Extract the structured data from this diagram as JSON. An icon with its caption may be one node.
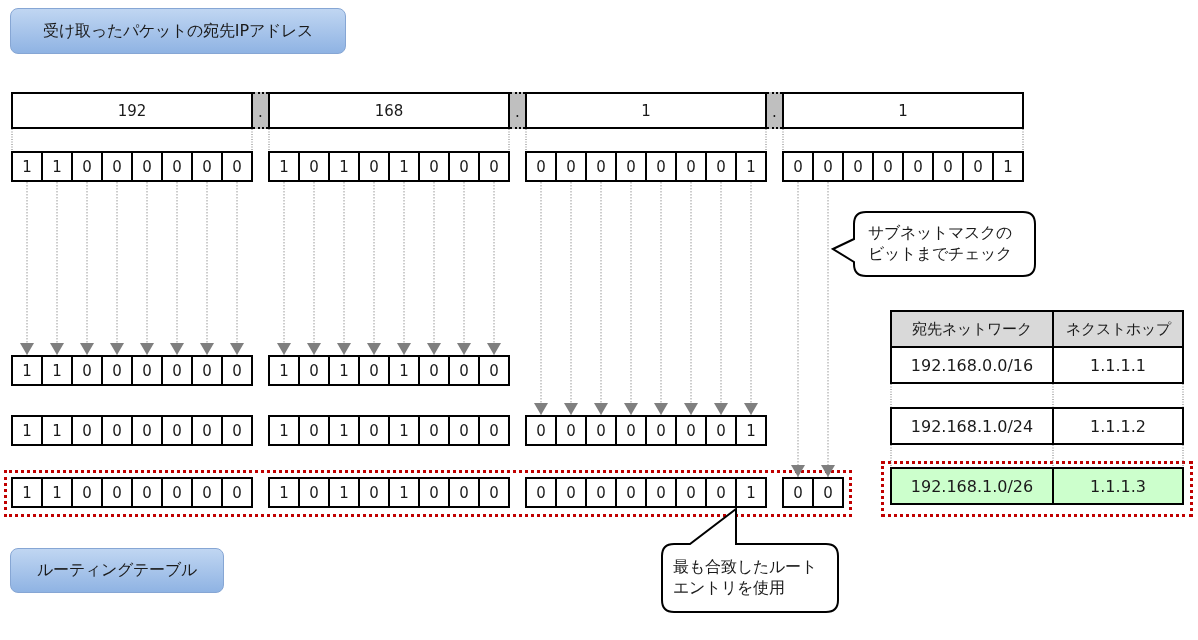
{
  "diagram": {
    "nodes": [
      {
        "text": [
          "受け取ったパケットの宛先IPアドレス"
        ]
      },
      {
        "text": [
          "192"
        ]
      },
      {
        "text": [
          "."
        ]
      },
      {
        "text": [
          "168"
        ]
      },
      {
        "text": [
          "."
        ]
      },
      {
        "text": [
          "1"
        ]
      },
      {
        "text": [
          "."
        ]
      },
      {
        "text": [
          "1"
        ]
      },
      {
        "text": [
          "1"
        ]
      },
      {
        "text": [
          "1"
        ]
      },
      {
        "text": [
          "0"
        ]
      },
      {
        "text": [
          "0"
        ]
      },
      {
        "text": [
          "0"
        ]
      },
      {
        "text": [
          "0"
        ]
      },
      {
        "text": [
          "0"
        ]
      },
      {
        "text": [
          "0"
        ]
      },
      {
        "text": [
          "1"
        ]
      },
      {
        "text": [
          "0"
        ]
      },
      {
        "text": [
          "1"
        ]
      },
      {
        "text": [
          "0"
        ]
      },
      {
        "text": [
          "1"
        ]
      },
      {
        "text": [
          "0"
        ]
      },
      {
        "text": [
          "0"
        ]
      },
      {
        "text": [
          "0"
        ]
      },
      {
        "text": [
          "0"
        ]
      },
      {
        "text": [
          "0"
        ]
      },
      {
        "text": [
          "0"
        ]
      },
      {
        "text": [
          "0"
        ]
      },
      {
        "text": [
          "0"
        ]
      },
      {
        "text": [
          "0"
        ]
      },
      {
        "text": [
          "0"
        ]
      },
      {
        "text": [
          "1"
        ]
      },
      {
        "text": [
          "0"
        ]
      },
      {
        "text": [
          "0"
        ]
      },
      {
        "text": [
          "0"
        ]
      },
      {
        "text": [
          "0"
        ]
      },
      {
        "text": [
          "0"
        ]
      },
      {
        "text": [
          "0"
        ]
      },
      {
        "text": [
          "0"
        ]
      },
      {
        "text": [
          "1"
        ]
      },
      {
        "text": [
          "サブネットマスクのビットまでチェック"
        ]
      },
      {
        "text": [
          "ルーティングテーブル"
        ]
      },
      {
        "text": [
          "1"
        ]
      },
      {
        "text": [
          "1"
        ]
      },
      {
        "text": [
          "0"
        ]
      },
      {
        "text": [
          "0"
        ]
      },
      {
        "text": [
          "0"
        ]
      },
      {
        "text": [
          "0"
        ]
      },
      {
        "text": [
          "0"
        ]
      },
      {
        "text": [
          "0"
        ]
      },
      {
        "text": [
          "1"
        ]
      },
      {
        "text": [
          "0"
        ]
      },
      {
        "text": [
          "1"
        ]
      },
      {
        "text": [
          "0"
        ]
      },
      {
        "text": [
          "1"
        ]
      },
      {
        "text": [
          "0"
        ]
      },
      {
        "text": [
          "0"
        ]
      },
      {
        "text": [
          "0"
        ]
      },
      {
        "text": [
          "1"
        ]
      },
      {
        "text": [
          "1"
        ]
      },
      {
        "text": [
          "0"
        ]
      },
      {
        "text": [
          "0"
        ]
      },
      {
        "text": [
          "0"
        ]
      },
      {
        "text": [
          "0"
        ]
      },
      {
        "text": [
          "0"
        ]
      },
      {
        "text": [
          "0"
        ]
      },
      {
        "text": [
          "1"
        ]
      },
      {
        "text": [
          "0"
        ]
      },
      {
        "text": [
          "1"
        ]
      },
      {
        "text": [
          "0"
        ]
      },
      {
        "text": [
          "1"
        ]
      },
      {
        "text": [
          "0"
        ]
      },
      {
        "text": [
          "0"
        ]
      },
      {
        "text": [
          "0"
        ]
      },
      {
        "text": [
          "0"
        ]
      },
      {
        "text": [
          "0"
        ]
      },
      {
        "text": [
          "0"
        ]
      },
      {
        "text": [
          "0"
        ]
      },
      {
        "text": [
          "0"
        ]
      },
      {
        "text": [
          "0"
        ]
      },
      {
        "text": [
          "0"
        ]
      },
      {
        "text": [
          "1"
        ]
      },
      {
        "text": [
          "1"
        ]
      },
      {
        "text": [
          "1"
        ]
      },
      {
        "text": [
          "0"
        ]
      },
      {
        "text": [
          "0"
        ]
      },
      {
        "text": [
          "0"
        ]
      },
      {
        "text": [
          "0"
        ]
      },
      {
        "text": [
          "0"
        ]
      },
      {
        "text": [
          "0"
        ]
      },
      {
        "text": [
          "1"
        ]
      },
      {
        "text": [
          "0"
        ]
      },
      {
        "text": [
          "1"
        ]
      },
      {
        "text": [
          "0"
        ]
      },
      {
        "text": [
          "1"
        ]
      },
      {
        "text": [
          "0"
        ]
      },
      {
        "text": [
          "0"
        ]
      },
      {
        "text": [
          "0"
        ]
      },
      {
        "text": [
          "0"
        ]
      },
      {
        "text": [
          "0"
        ]
      },
      {
        "text": [
          "0"
        ]
      },
      {
        "text": [
          "0"
        ]
      },
      {
        "text": [
          "0"
        ]
      },
      {
        "text": [
          "0"
        ]
      },
      {
        "text": [
          "0"
        ]
      },
      {
        "text": [
          "1"
        ]
      },
      {
        "text": [
          "0"
        ]
      },
      {
        "text": [
          "0"
        ]
      },
      {
        "text": [
          "最も合致したルートエントリを使用"
        ]
      }
    ],
    "edges": [
      {
        "from": 8,
        "to": 42,
        "arrow": "to",
        "style": "dashed"
      },
      {
        "from": 9,
        "to": 43,
        "arrow": "to",
        "style": "dashed"
      },
      {
        "from": 10,
        "to": 44,
        "arrow": "to",
        "style": "dashed"
      },
      {
        "from": 11,
        "to": 45,
        "arrow": "to",
        "style": "dashed"
      },
      {
        "from": 12,
        "to": 46,
        "arrow": "to",
        "style": "dashed"
      },
      {
        "from": 13,
        "to": 47,
        "arrow": "to",
        "style": "dashed"
      },
      {
        "from": 14,
        "to": 48,
        "arrow": "to",
        "style": "dashed"
      },
      {
        "from": 15,
        "to": 49,
        "arrow": "to",
        "style": "dashed"
      },
      {
        "from": 16,
        "to": 50,
        "arrow": "to",
        "style": "dashed"
      },
      {
        "from": 17,
        "to": 51,
        "arrow": "to",
        "style": "dashed"
      },
      {
        "from": 18,
        "to": 52,
        "arrow": "to",
        "style": "dashed"
      },
      {
        "from": 19,
        "to": 53,
        "arrow": "to",
        "style": "dashed"
      },
      {
        "from": 20,
        "to": 54,
        "arrow": "to",
        "style": "dashed"
      },
      {
        "from": 21,
        "to": 55,
        "arrow": "to",
        "style": "dashed"
      },
      {
        "from": 22,
        "to": 56,
        "arrow": "to",
        "style": "dashed"
      },
      {
        "from": 23,
        "to": 57,
        "arrow": "to",
        "style": "dashed"
      },
      {
        "from": 24,
        "to": 74,
        "arrow": "to",
        "style": "dashed"
      },
      {
        "from": 25,
        "to": 75,
        "arrow": "to",
        "style": "dashed"
      },
      {
        "from": 26,
        "to": 76,
        "arrow": "to",
        "style": "dashed"
      },
      {
        "from": 27,
        "to": 77,
        "arrow": "to",
        "style": "dashed"
      },
      {
        "from": 28,
        "to": 78,
        "arrow": "to",
        "style": "dashed"
      },
      {
        "from": 29,
        "to": 79,
        "arrow": "to",
        "style": "dashed"
      },
      {
        "from": 30,
        "to": 80,
        "arrow": "to",
        "style": "dashed"
      },
      {
        "from": 31,
        "to": 81,
        "arrow": "to",
        "style": "dashed"
      },
      {
        "from": 32,
        "to": 106,
        "arrow": "to",
        "style": "dashed"
      },
      {
        "from": 33,
        "to": 107,
        "arrow": "to",
        "style": "dashed"
      }
    ],
    "labels": [
      "宛先ネットワーク",
      "ネクストホップ",
      "192.168.0.0/16",
      "1.1.1.1",
      "192.168.1.0/24",
      "1.1.1.2",
      "192.168.1.0/26",
      "1.1.1.3"
    ]
  }
}
